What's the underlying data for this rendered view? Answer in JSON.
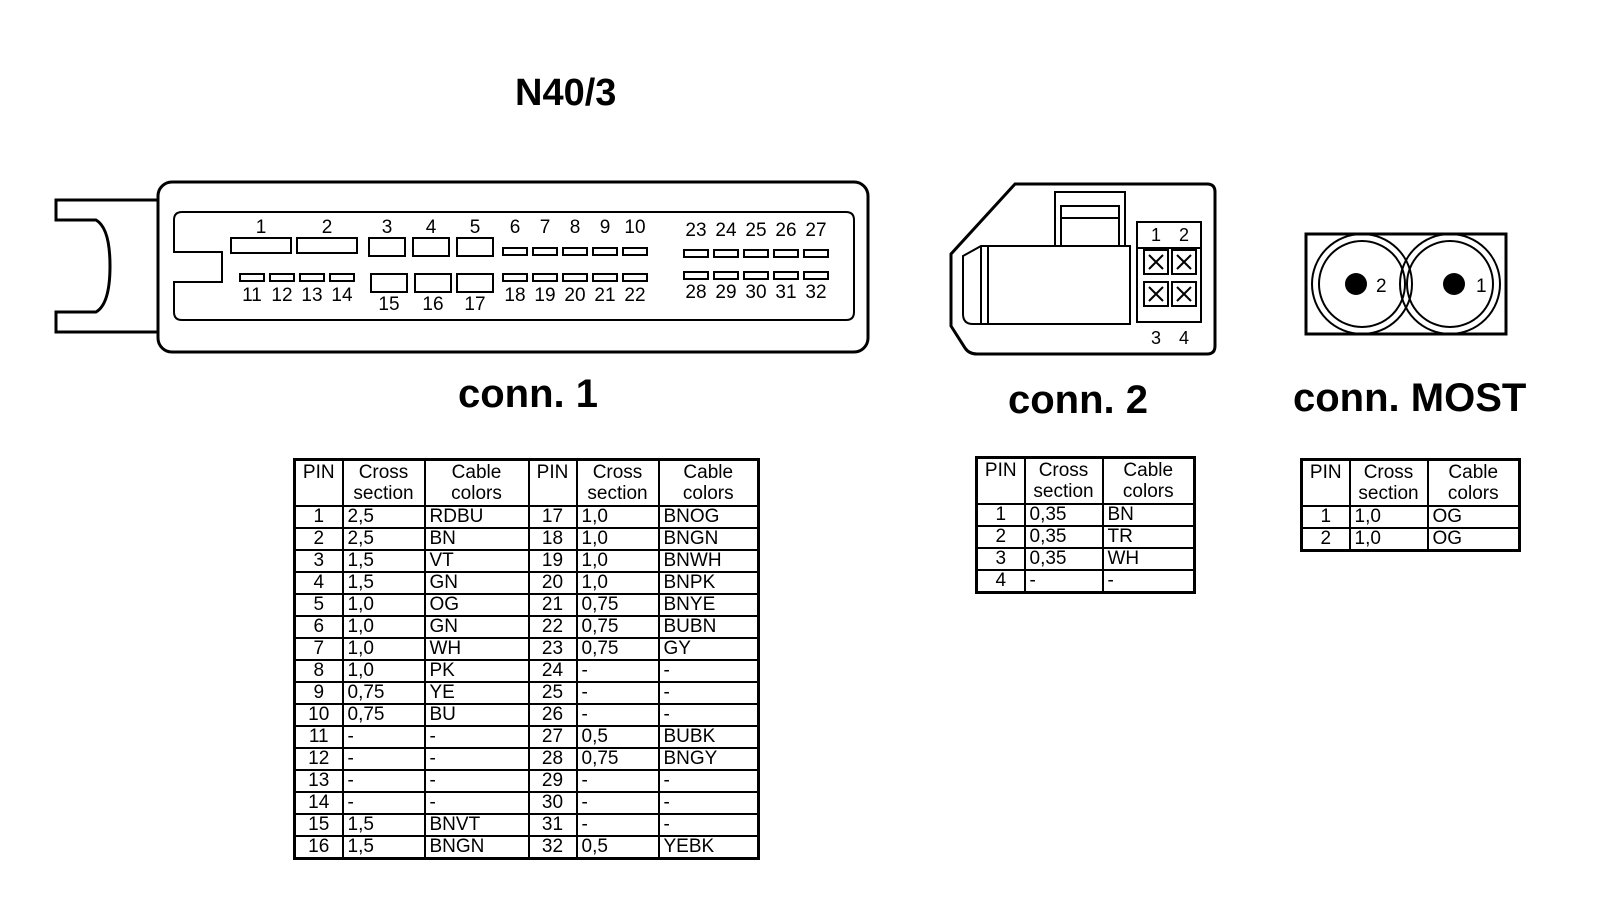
{
  "title": "N40/3",
  "conn1": {
    "label": "conn. 1",
    "top_pins_a": [
      "1",
      "2",
      "3",
      "4",
      "5"
    ],
    "top_pins_b": [
      "6",
      "7",
      "8",
      "9",
      "10"
    ],
    "top_pins_c": [
      "23",
      "24",
      "25",
      "26",
      "27"
    ],
    "bottom_pins_a": [
      "11",
      "12",
      "13",
      "14"
    ],
    "bottom_pins_b": [
      "15",
      "16",
      "17"
    ],
    "bottom_pins_c": [
      "18",
      "19",
      "20",
      "21",
      "22"
    ],
    "bottom_pins_d": [
      "28",
      "29",
      "30",
      "31",
      "32"
    ],
    "headers": [
      "PIN",
      "Cross section",
      "Cable colors",
      "PIN",
      "Cross section",
      "Cable colors"
    ],
    "rows": [
      [
        "1",
        "2,5",
        "RDBU",
        "17",
        "1,0",
        "BNOG"
      ],
      [
        "2",
        "2,5",
        "BN",
        "18",
        "1,0",
        "BNGN"
      ],
      [
        "3",
        "1,5",
        "VT",
        "19",
        "1,0",
        "BNWH"
      ],
      [
        "4",
        "1,5",
        "GN",
        "20",
        "1,0",
        "BNPK"
      ],
      [
        "5",
        "1,0",
        "OG",
        "21",
        "0,75",
        "BNYE"
      ],
      [
        "6",
        "1,0",
        "GN",
        "22",
        "0,75",
        "BUBN"
      ],
      [
        "7",
        "1,0",
        "WH",
        "23",
        "0,75",
        "GY"
      ],
      [
        "8",
        "1,0",
        "PK",
        "24",
        "-",
        "-"
      ],
      [
        "9",
        "0,75",
        "YE",
        "25",
        "-",
        "-"
      ],
      [
        "10",
        "0,75",
        "BU",
        "26",
        "-",
        "-"
      ],
      [
        "11",
        "-",
        "-",
        "27",
        "0,5",
        "BUBK"
      ],
      [
        "12",
        "-",
        "-",
        "28",
        "0,75",
        "BNGY"
      ],
      [
        "13",
        "-",
        "-",
        "29",
        "-",
        "-"
      ],
      [
        "14",
        "-",
        "-",
        "30",
        "-",
        "-"
      ],
      [
        "15",
        "1,5",
        "BNVT",
        "31",
        "-",
        "-"
      ],
      [
        "16",
        "1,5",
        "BNGN",
        "32",
        "0,5",
        "YEBK"
      ]
    ]
  },
  "conn2": {
    "label": "conn. 2",
    "pin_labels": [
      "1",
      "2",
      "3",
      "4"
    ],
    "headers": [
      "PIN",
      "Cross section",
      "Cable colors"
    ],
    "rows": [
      [
        "1",
        "0,35",
        "BN"
      ],
      [
        "2",
        "0,35",
        "TR"
      ],
      [
        "3",
        "0,35",
        "WH"
      ],
      [
        "4",
        "-",
        "-"
      ]
    ]
  },
  "conn_most": {
    "label": "conn. MOST",
    "pin_labels": [
      "2",
      "1"
    ],
    "headers": [
      "PIN",
      "Cross section",
      "Cable colors"
    ],
    "rows": [
      [
        "1",
        "1,0",
        "OG"
      ],
      [
        "2",
        "1,0",
        "OG"
      ]
    ]
  }
}
